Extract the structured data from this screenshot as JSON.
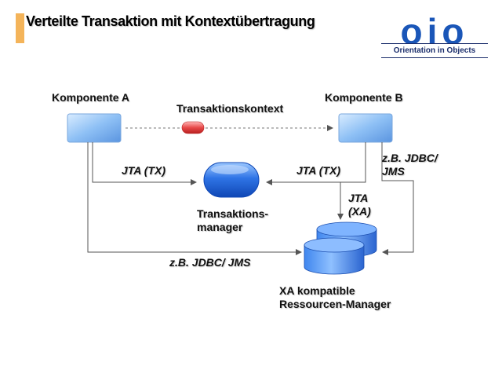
{
  "slide": {
    "title": "Verteilte Transaktion mit Kontextübertragung",
    "logo": {
      "mark": "oio",
      "tagline": "Orientation in Objects"
    }
  },
  "diagram": {
    "component_a": "Komponente A",
    "component_b": "Komponente B",
    "context_label": "Transaktionskontext",
    "jta_tx_left": "JTA (TX)",
    "jta_tx_right": "JTA (TX)",
    "jdbc_jms_right": "z.B. JDBC/\nJMS",
    "jta_xa": "JTA\n(XA)",
    "tx_manager": "Transaktions-\nmanager",
    "jdbc_jms_bottom": "z.B. JDBC/ JMS",
    "resource_manager": "XA kompatible\nRessourcen-Manager"
  },
  "colors": {
    "accent": "#f4b45a",
    "logo": "#1a56b8",
    "component": "#7fb0f0",
    "manager": "#2a6fe0",
    "context_token": "#e84a4a"
  }
}
